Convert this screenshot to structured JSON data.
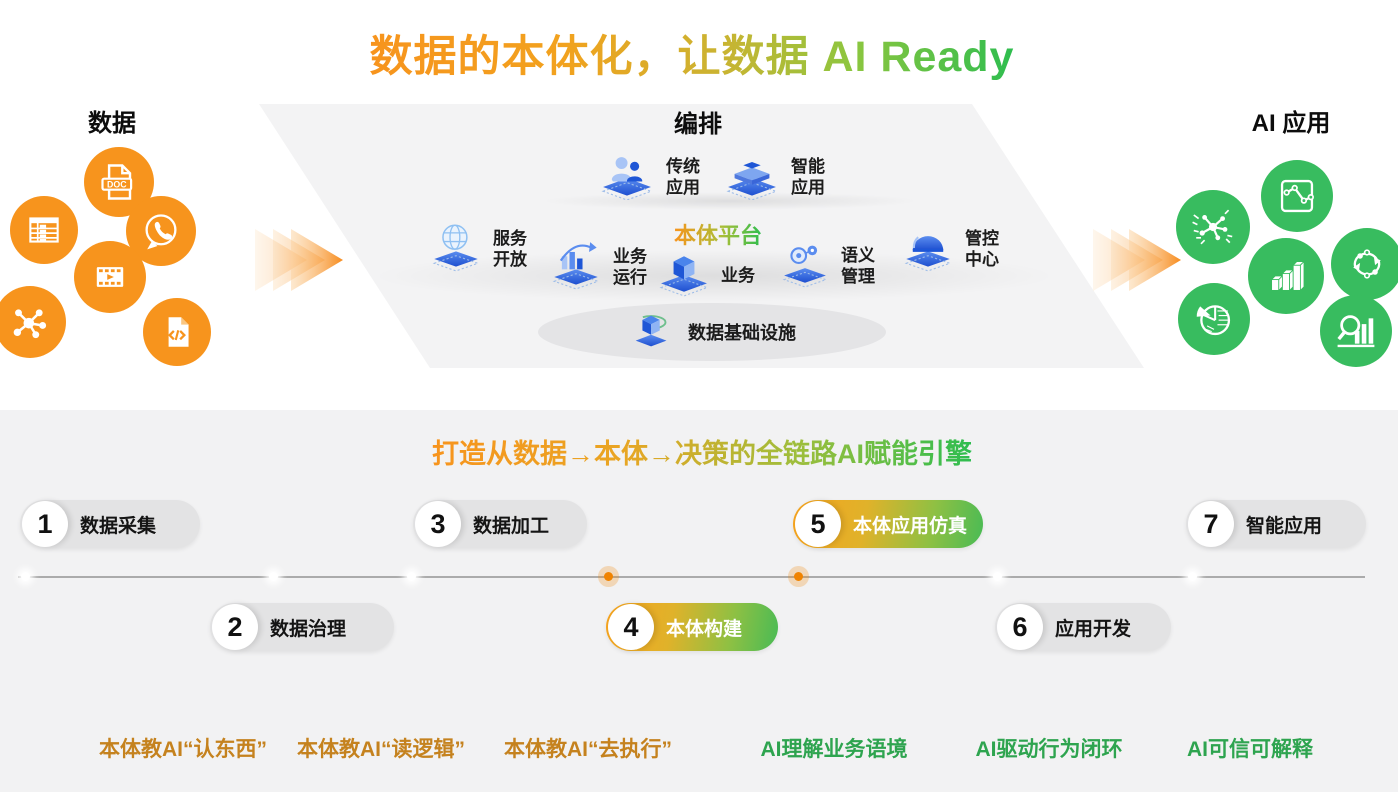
{
  "title": "数据的本体化，让数据 AI Ready",
  "flow": {
    "data": {
      "title": "数据",
      "icons": [
        {
          "name": "doc-file-icon",
          "label": "DOC"
        },
        {
          "name": "spreadsheet-icon"
        },
        {
          "name": "phone-call-icon"
        },
        {
          "name": "video-film-icon"
        },
        {
          "name": "network-hub-icon"
        },
        {
          "name": "code-file-icon"
        }
      ]
    },
    "orchestration": {
      "title": "编排",
      "apps": [
        {
          "icon": "legacy-app-icon",
          "lines": [
            "传统",
            "应用"
          ]
        },
        {
          "icon": "smart-app-icon",
          "lines": [
            "智能",
            "应用"
          ]
        }
      ],
      "platform": {
        "title": "本体平台",
        "items": [
          {
            "icon": "service-globe-icon",
            "lines": [
              "服务",
              "开放"
            ]
          },
          {
            "icon": "business-run-icon",
            "lines": [
              "业务",
              "运行"
            ]
          },
          {
            "icon": "business-cube-icon",
            "lines": [
              "业务"
            ]
          },
          {
            "icon": "semantic-gears-icon",
            "lines": [
              "语义",
              "管理"
            ]
          },
          {
            "icon": "control-dome-icon",
            "lines": [
              "管控",
              "中心"
            ]
          }
        ]
      },
      "infrastructure": {
        "icon": "data-infra-icon",
        "label": "数据基础设施"
      }
    },
    "ai": {
      "title": "AI 应用",
      "icons": [
        {
          "name": "line-chart-icon"
        },
        {
          "name": "ai-network-icon"
        },
        {
          "name": "process-flow-icon"
        },
        {
          "name": "bar-chart-3d-icon"
        },
        {
          "name": "pie-chart-icon"
        },
        {
          "name": "insight-search-icon"
        }
      ]
    },
    "arrow_icon": "flow-arrow-icon"
  },
  "pipeline": {
    "title": "打造从数据→本体→决策的全链路AI赋能引擎",
    "steps": [
      {
        "num": "1",
        "label": "数据采集",
        "highlighted": false
      },
      {
        "num": "2",
        "label": "数据治理",
        "highlighted": false
      },
      {
        "num": "3",
        "label": "数据加工",
        "highlighted": false
      },
      {
        "num": "4",
        "label": "本体构建",
        "highlighted": true
      },
      {
        "num": "5",
        "label": "本体应用仿真",
        "highlighted": true
      },
      {
        "num": "6",
        "label": "应用开发",
        "highlighted": false
      },
      {
        "num": "7",
        "label": "智能应用",
        "highlighted": false
      }
    ],
    "captions": [
      {
        "text": "本体教AI“认东西”",
        "color": "#C5821E"
      },
      {
        "text": "本体教AI“读逻辑”",
        "color": "#C5821E"
      },
      {
        "text": "本体教AI“去执行”",
        "color": "#C5821E"
      },
      {
        "text": "AI理解业务语境",
        "color": "#2EA44F"
      },
      {
        "text": "AI驱动行为闭环",
        "color": "#2EA44F"
      },
      {
        "text": "AI可信可解释",
        "color": "#2EA44F"
      }
    ]
  },
  "colors": {
    "orange": "#F7941D",
    "green": "#38BC5F",
    "pill_gray": "#E3E3E4",
    "bottom_bg": "#F2F2F3",
    "highlight_dot": "#F08300"
  }
}
